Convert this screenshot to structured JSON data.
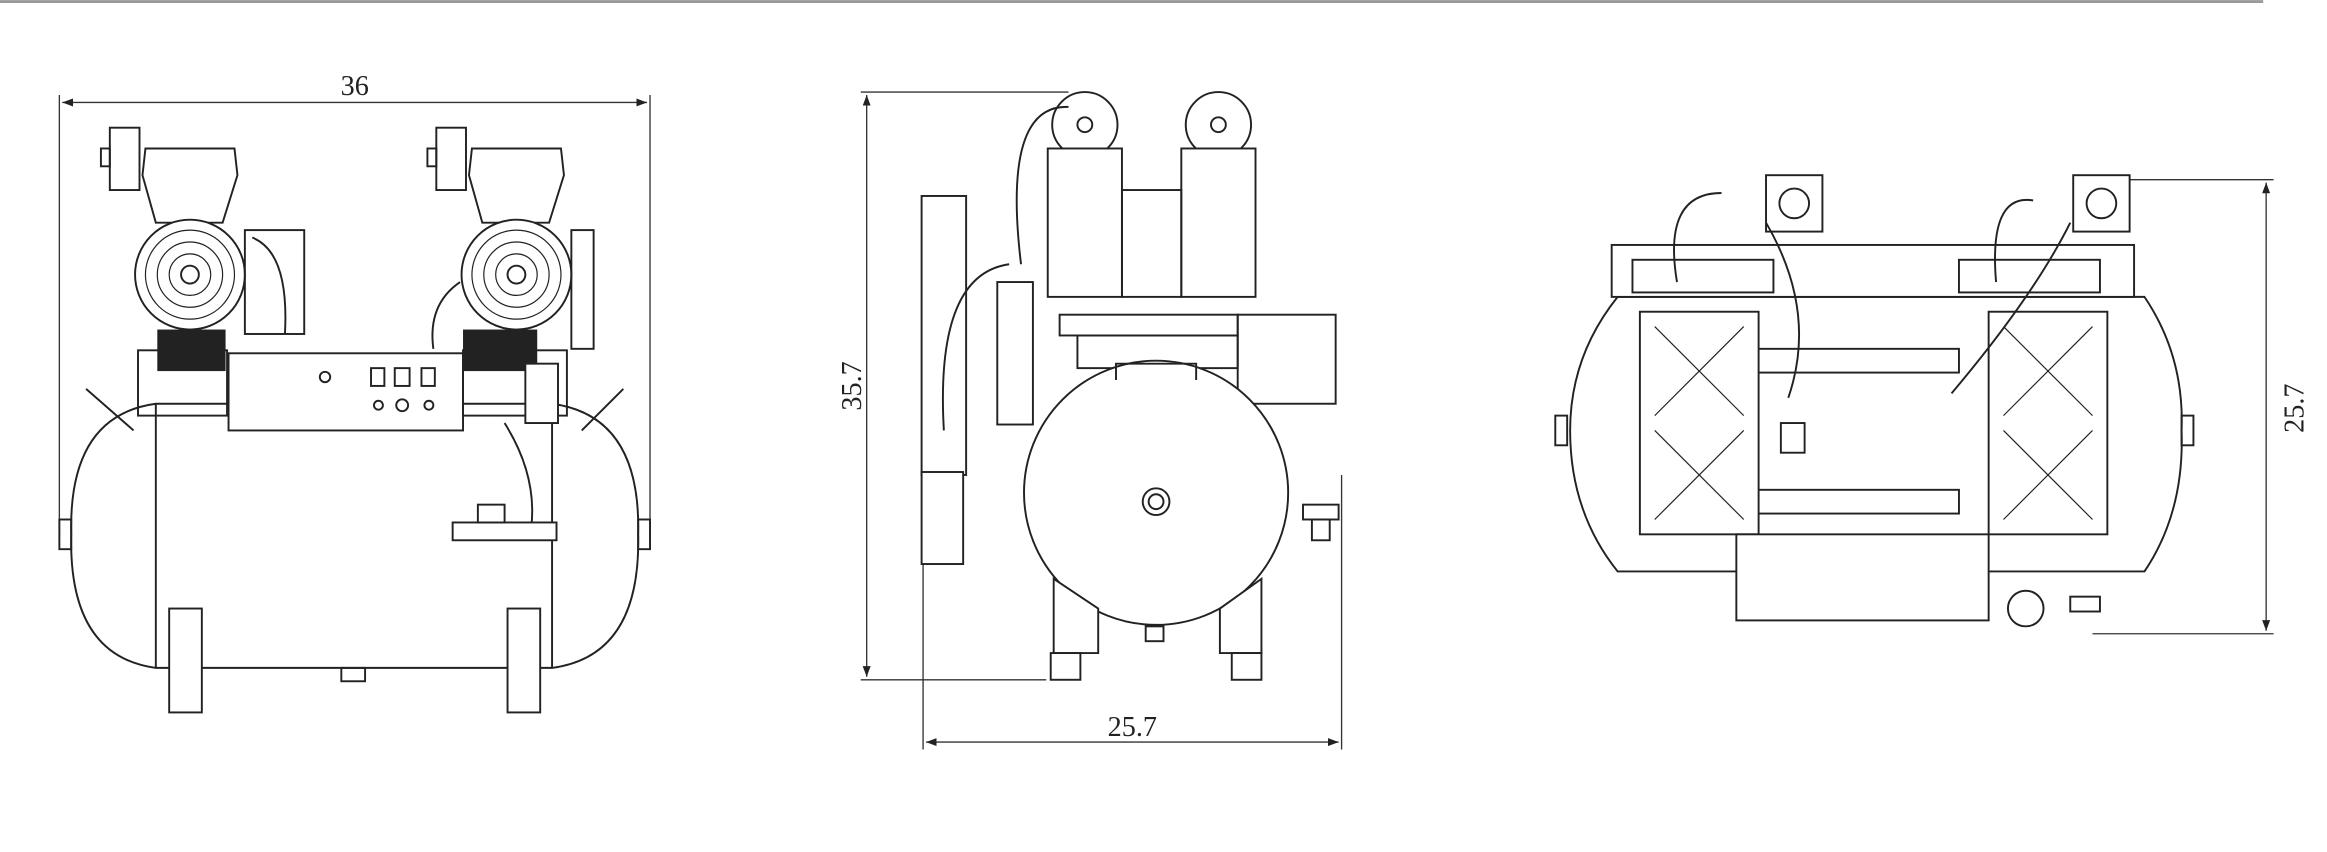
{
  "drawing": {
    "dimensions": {
      "front_width": "36",
      "side_height": "35.7",
      "side_depth": "25.7",
      "top_depth": "25.7"
    }
  }
}
